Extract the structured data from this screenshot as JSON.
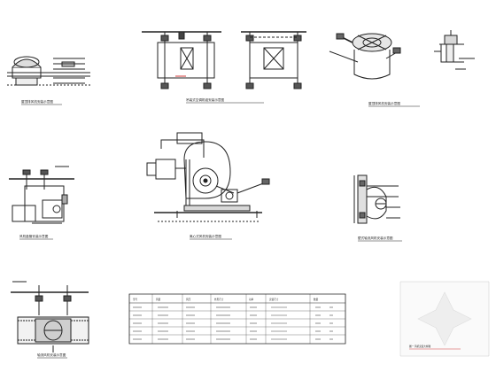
{
  "drawing": {
    "title": "",
    "details": [
      {
        "id": "d1",
        "caption": "屋顶排风机安装示意图"
      },
      {
        "id": "d2",
        "caption": "吊装式空调机组安装示意图"
      },
      {
        "id": "d3",
        "caption": "屋顶排风机安装示意图"
      },
      {
        "id": "d4",
        "caption": "风机盘管安装示意图"
      },
      {
        "id": "d5",
        "caption": "离心式风机安装示意图"
      },
      {
        "id": "d6",
        "caption": "壁式轴流风机安装示意图"
      },
      {
        "id": "d7",
        "caption": "轴流风机安装示意图"
      }
    ],
    "table": {
      "headers": [
        "型号",
        "风量",
        "风压",
        "外形尺寸",
        "功率",
        "安装尺寸",
        "数量"
      ],
      "rows": [
        [
          "",
          "",
          "",
          "",
          "",
          "",
          ""
        ],
        [
          "",
          "",
          "",
          "",
          "",
          "",
          ""
        ],
        [
          "",
          "",
          "",
          "",
          "",
          "",
          ""
        ],
        [
          "",
          "",
          "",
          "",
          "",
          "",
          ""
        ],
        [
          "",
          "",
          "",
          "",
          "",
          "",
          ""
        ]
      ]
    },
    "stamp": {
      "label": "图一 风机安装大样图"
    },
    "colors": {
      "ink": "#222222",
      "red": "#d23a3a",
      "grey": "#8a8a8a"
    }
  }
}
